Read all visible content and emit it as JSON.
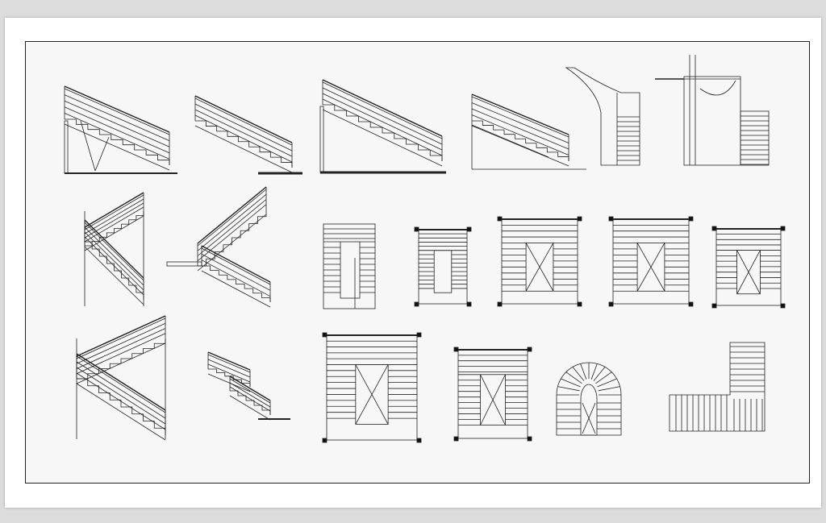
{
  "colors": {
    "background": "#dcdcdc",
    "paper": "#ffffff",
    "frame_fill": "#f7f7f7",
    "ink": "#222222"
  },
  "drawings": [
    {
      "kind": "stair-section",
      "name": "straight-stair-section-with-pit"
    },
    {
      "kind": "stair-section",
      "name": "straight-stair-section-on-slab"
    },
    {
      "kind": "stair-section",
      "name": "straight-stair-section-with-wall"
    },
    {
      "kind": "stair-section",
      "name": "stair-section-on-slope"
    },
    {
      "kind": "stair-section",
      "name": "curved-stair-elevation"
    },
    {
      "kind": "stair-section",
      "name": "stair-with-landing-elevation"
    },
    {
      "kind": "stair-section",
      "name": "two-flight-stair-section-a"
    },
    {
      "kind": "stair-section",
      "name": "two-flight-stair-section-b"
    },
    {
      "kind": "stair-plan",
      "name": "u-shaped-stair-plan"
    },
    {
      "kind": "stair-plan",
      "name": "narrow-double-flight-plan"
    },
    {
      "kind": "stair-plan",
      "name": "double-flight-plan-a"
    },
    {
      "kind": "stair-plan",
      "name": "double-flight-plan-b"
    },
    {
      "kind": "stair-plan",
      "name": "double-flight-plan-c"
    },
    {
      "kind": "stair-section",
      "name": "three-flight-stair-section"
    },
    {
      "kind": "stair-section",
      "name": "small-stair-section"
    },
    {
      "kind": "stair-plan",
      "name": "square-stair-plan"
    },
    {
      "kind": "stair-plan",
      "name": "double-flight-plan-d"
    },
    {
      "kind": "stair-plan",
      "name": "semicircular-stair-plan"
    },
    {
      "kind": "stair-plan",
      "name": "l-shaped-stair-plan"
    }
  ]
}
